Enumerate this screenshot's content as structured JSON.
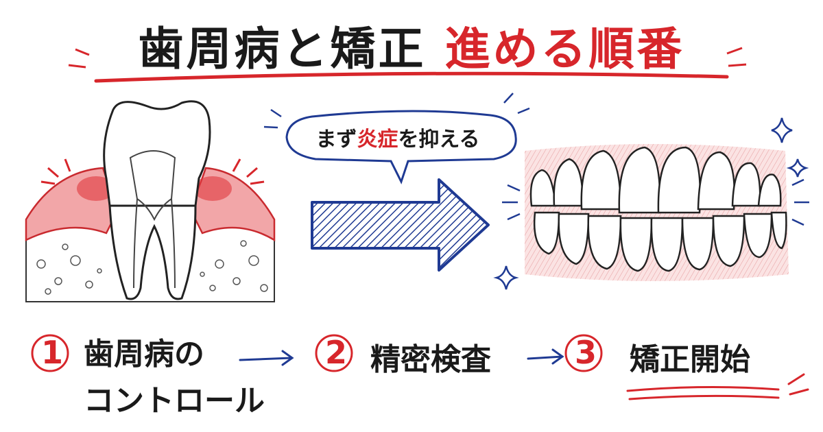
{
  "title": {
    "part1": "歯周病と矯正",
    "part2": "進める順番"
  },
  "bubble": {
    "pre": "まず",
    "highlight": "炎症",
    "post": "を抑える"
  },
  "steps": [
    {
      "number": "1",
      "line1": "歯周病の",
      "line2": "コントロール"
    },
    {
      "number": "2",
      "line1": "精密検査"
    },
    {
      "number": "3",
      "line1": "矯正開始"
    }
  ],
  "colors": {
    "accent_red": "#d7262b",
    "accent_blue": "#1f3a93",
    "gum_red": "#e24a4f"
  },
  "icons": [
    "tooth-with-inflamed-gums-icon",
    "healthy-teeth-icon",
    "right-arrow-icon",
    "sparkle-icon"
  ]
}
